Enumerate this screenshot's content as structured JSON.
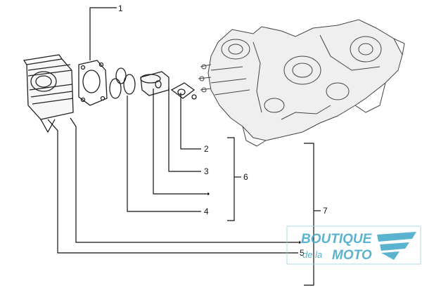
{
  "callouts": {
    "c1": "1",
    "c2": "2",
    "c3": "3",
    "c4": "4",
    "c5": "5",
    "c6": "6",
    "c7": "7"
  },
  "watermark": {
    "line1": "BOUTIQUE",
    "line2_prefix": "de la",
    "line2_main": "MOTO",
    "color": "#3ea6c7"
  }
}
